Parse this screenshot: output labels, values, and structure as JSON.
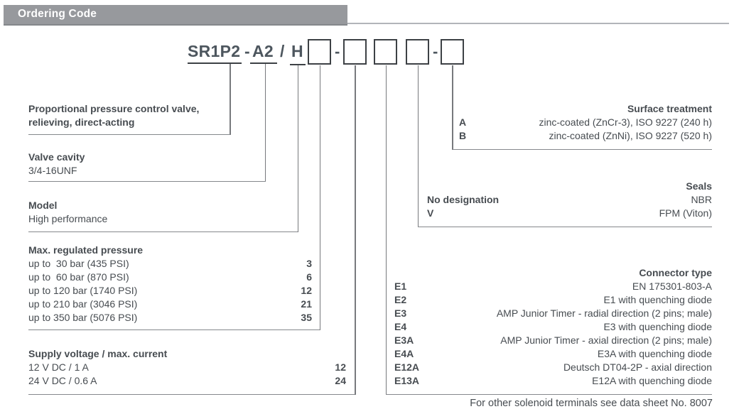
{
  "header": {
    "title": "Ordering Code"
  },
  "code": {
    "base": "SR1P2",
    "dash1": "-",
    "prefix": "A2",
    "slash": "/",
    "model": "H",
    "box_dash1": "-",
    "box_dash2": "-"
  },
  "left_sections": [
    {
      "title_line1": "Proportional pressure control valve,",
      "title_line2": "relieving, direct-acting"
    },
    {
      "title": "Valve cavity",
      "body": "3/4-16UNF"
    },
    {
      "title": "Model",
      "body": "High performance"
    },
    {
      "title": "Max. regulated pressure",
      "rows": [
        {
          "label": "up to  30 bar (435 PSI)",
          "value": "3"
        },
        {
          "label": "up to  60 bar (870 PSI)",
          "value": "6"
        },
        {
          "label": "up to 120 bar (1740 PSI)",
          "value": "12"
        },
        {
          "label": "up to 210 bar (3046 PSI)",
          "value": "21"
        },
        {
          "label": "up to 350 bar (5076 PSI)",
          "value": "35"
        }
      ]
    },
    {
      "title": "Supply voltage / max. current",
      "rows": [
        {
          "label": "12 V DC / 1 A",
          "value": "12"
        },
        {
          "label": "24 V DC / 0.6 A",
          "value": "24"
        }
      ]
    }
  ],
  "right_sections": [
    {
      "title": "Surface treatment",
      "rows": [
        {
          "code": "A",
          "desc": "zinc-coated (ZnCr-3), ISO 9227 (240 h)"
        },
        {
          "code": "B",
          "desc": "zinc-coated (ZnNi), ISO 9227 (520 h)"
        }
      ]
    },
    {
      "title": "Seals",
      "rows": [
        {
          "code": "No designation",
          "desc": "NBR"
        },
        {
          "code": "V",
          "desc": "FPM (Viton)"
        }
      ]
    },
    {
      "title": "Connector type",
      "rows": [
        {
          "code": "E1",
          "desc": "EN 175301-803-A"
        },
        {
          "code": "E2",
          "desc": "E1 with quenching diode"
        },
        {
          "code": "E3",
          "desc": "AMP Junior Timer - radial direction (2 pins; male)"
        },
        {
          "code": "E4",
          "desc": "E3 with quenching diode"
        },
        {
          "code": "E3A",
          "desc": "AMP Junior Timer - axial direction (2 pins; male)"
        },
        {
          "code": "E4A",
          "desc": "E3A with quenching diode"
        },
        {
          "code": "E12A",
          "desc": "Deutsch DT04-2P - axial direction"
        },
        {
          "code": "E13A",
          "desc": "E12A with quenching diode"
        }
      ]
    }
  ],
  "footer": {
    "note": "For other solenoid terminals see data sheet No. 8007"
  },
  "colors": {
    "header_bar": "#97999d",
    "header_text": "#ffffff",
    "body_text": "#474c51",
    "code_text": "#4d565e",
    "rule_light": "#b2b5b9",
    "rule_section": "#85888c",
    "line_connector": "#77797d",
    "box_border": "#3d4145"
  }
}
